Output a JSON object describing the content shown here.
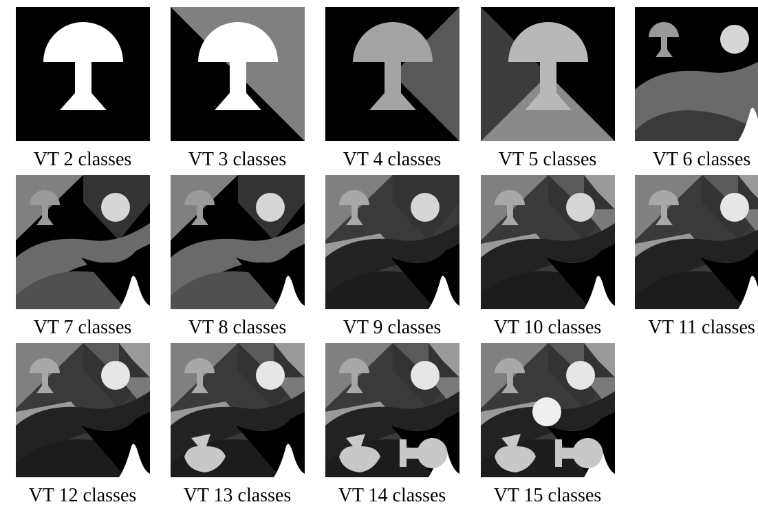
{
  "panels": [
    {
      "caption": "VT 2 classes"
    },
    {
      "caption": "VT 3 classes"
    },
    {
      "caption": "VT 4 classes"
    },
    {
      "caption": "VT 5 classes"
    },
    {
      "caption": "VT 6 classes"
    },
    {
      "caption": "VT 7 classes"
    },
    {
      "caption": "VT 8 classes"
    },
    {
      "caption": "VT 9 classes"
    },
    {
      "caption": "VT 10 classes"
    },
    {
      "caption": "VT 11 classes"
    },
    {
      "caption": "VT 12 classes"
    },
    {
      "caption": "VT 13 classes"
    },
    {
      "caption": "VT 14 classes"
    },
    {
      "caption": "VT 15 classes"
    }
  ]
}
